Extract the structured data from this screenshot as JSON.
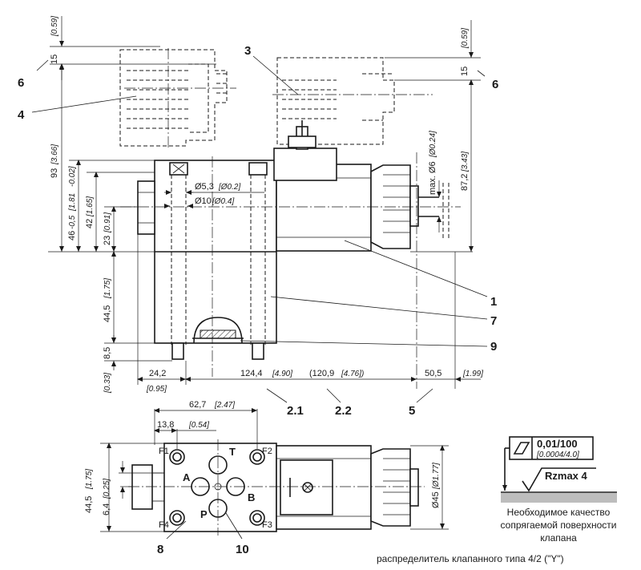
{
  "dimensions": {
    "top_right_imperial": "[0.59]",
    "top_right_mm": "15",
    "top_left_imperial": "[0.59]",
    "top_left_mm": "15",
    "d93_mm": "93",
    "d93_in": "[3.66]",
    "d46_mm": "46",
    "d46_tol": "-0,5",
    "d46_in": "[1.81",
    "d46_in_tol": "-0.02]",
    "d42_mm": "42",
    "d42_in": "[1.65]",
    "d23_mm": "23",
    "d23_in": "[0.91]",
    "d44_5_mm": "44,5",
    "d44_5_in": "[1.75]",
    "d8_5_mm": "8,5",
    "d0_33_in": "[0.33]",
    "d24_2_mm": "24,2",
    "d0_95_in": "[0.95]",
    "d124_4_mm": "124,4",
    "d124_4_in": "[4.90]",
    "d120_9_mm": "(120,9",
    "d120_9_in": "[4.76])",
    "d50_5_mm": "50,5",
    "d1_99_in": "[1.99]",
    "d5_3": "Ø5,3",
    "d5_3_in": "[Ø0.2]",
    "d10": "Ø10",
    "d10_in": "[Ø0.4]",
    "d_max6": "max. Ø6",
    "d_max6_in": "[Ø0.24]",
    "d87_2_mm": "87,2",
    "d87_2_in": "[3.43]",
    "d62_7_mm": "62,7",
    "d62_7_in": "[2.47]",
    "d13_8_mm": "13,8",
    "d13_8_in": "[0.54]",
    "d44_5b_mm": "44,5",
    "d44_5b_in": "[1.75]",
    "d6_4_mm": "6,4",
    "d6_4_in": "[0.25]",
    "d45_mm": "Ø45",
    "d45_in": "[Ø1.77]"
  },
  "callouts": {
    "c1": "1",
    "c2_1": "2.1",
    "c2_2": "2.2",
    "c3": "3",
    "c4": "4",
    "c5": "5",
    "c6_left": "6",
    "c6_right": "6",
    "c7": "7",
    "c8": "8",
    "c9": "9",
    "c10": "10"
  },
  "ports": {
    "t": "T",
    "a": "A",
    "b": "B",
    "p": "P",
    "f1": "F1",
    "f2": "F2",
    "f3": "F3",
    "f4": "F4"
  },
  "surface": {
    "flatness": "0,01/100",
    "flatness_in": "[0.0004/4.0]",
    "roughness": "Rzmax  4",
    "note_line1": "Необходимое качество",
    "note_line2": "сопрягаемой поверхности",
    "note_line3": "клапана"
  },
  "caption": "распределитель клапанного типа 4/2 (\"Y\")"
}
